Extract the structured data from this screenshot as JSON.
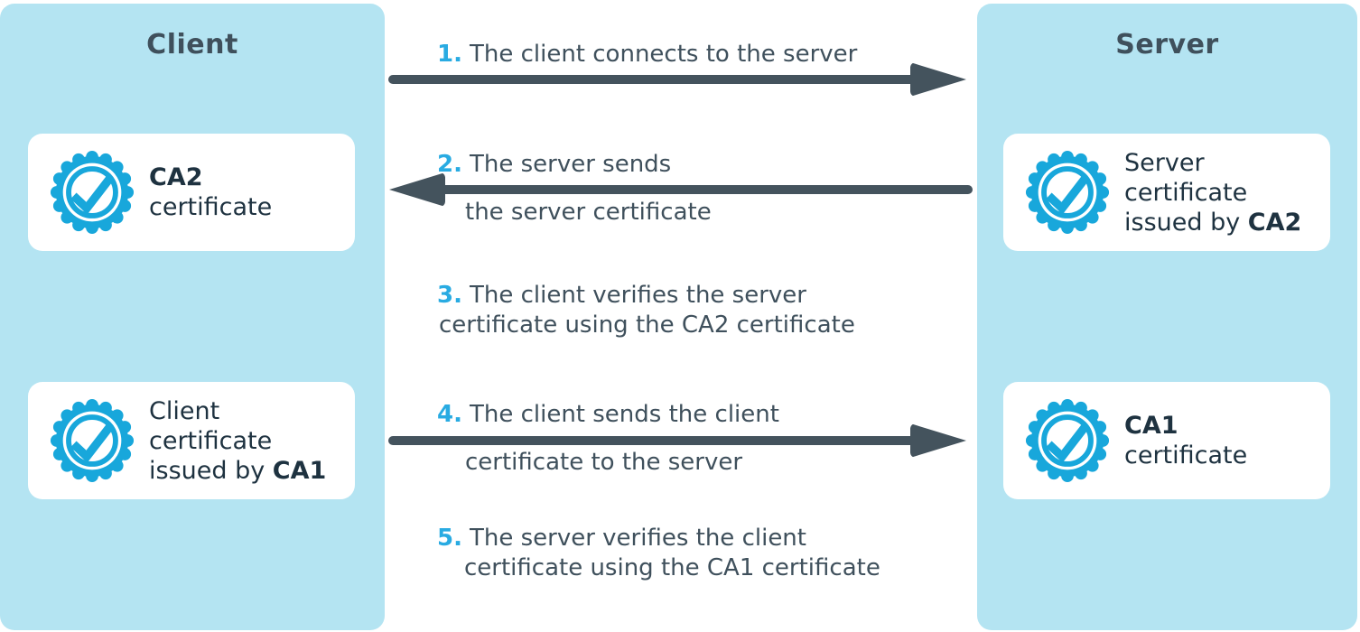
{
  "colors": {
    "panel_background": "#b4e4f2",
    "card_background": "#ffffff",
    "heading_text": "#3f505c",
    "step_text": "#3f505c",
    "card_text": "#1e3240",
    "accent_number_cyan": "#29abe2",
    "badge_cyan": "#18a7db",
    "arrow": "#44535d"
  },
  "client_panel": {
    "title": "Client",
    "cards": [
      {
        "badge_icon": "certificate-badge",
        "line1_bold": "CA2",
        "line2": "certificate"
      },
      {
        "badge_icon": "certificate-badge",
        "line1": "Client",
        "line2": "certificate",
        "line3": "issued by ",
        "line3_bold": "CA1"
      }
    ]
  },
  "server_panel": {
    "title": "Server",
    "cards": [
      {
        "badge_icon": "certificate-badge",
        "line1": "Server",
        "line2": "certificate",
        "line3": "issued by ",
        "line3_bold": "CA2"
      },
      {
        "badge_icon": "certificate-badge",
        "line1_bold": "CA1",
        "line2": "certificate"
      }
    ]
  },
  "steps": [
    {
      "number": "1.",
      "line1": "The client connects to the server",
      "arrow": "right"
    },
    {
      "number": "2.",
      "line1": "The server sends",
      "line2": "the server certificate",
      "arrow": "left"
    },
    {
      "number": "3.",
      "line1": "The client verifies the server",
      "line2": "certificate using the CA2 certificate",
      "arrow": "none"
    },
    {
      "number": "4.",
      "line1": "The client sends the client",
      "line2": "certificate to the server",
      "arrow": "right"
    },
    {
      "number": "5.",
      "line1": "The server verifies the client",
      "line2": "certificate using the CA1 certificate",
      "arrow": "none"
    }
  ]
}
